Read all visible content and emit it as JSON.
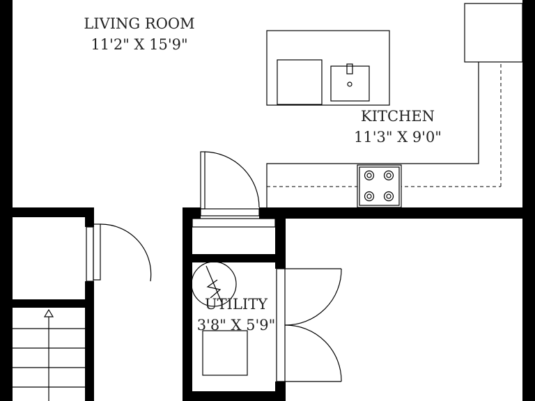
{
  "rooms": {
    "living": {
      "name": "LIVING ROOM",
      "size": "11'2\" X 15'9\""
    },
    "kitchen": {
      "name": "KITCHEN",
      "size": "11'3\" X 9'0\""
    },
    "utility": {
      "name": "UTILITY",
      "size": "3'8\" X 5'9\""
    }
  },
  "icons": {
    "water_heater": "lightning-bolt-circle",
    "cooktop": "four-burner-stove",
    "sink": "sink-basin",
    "stairs_direction": "up-arrow"
  },
  "colors": {
    "wall": "#000000",
    "background": "#ffffff",
    "text": "#222222"
  }
}
